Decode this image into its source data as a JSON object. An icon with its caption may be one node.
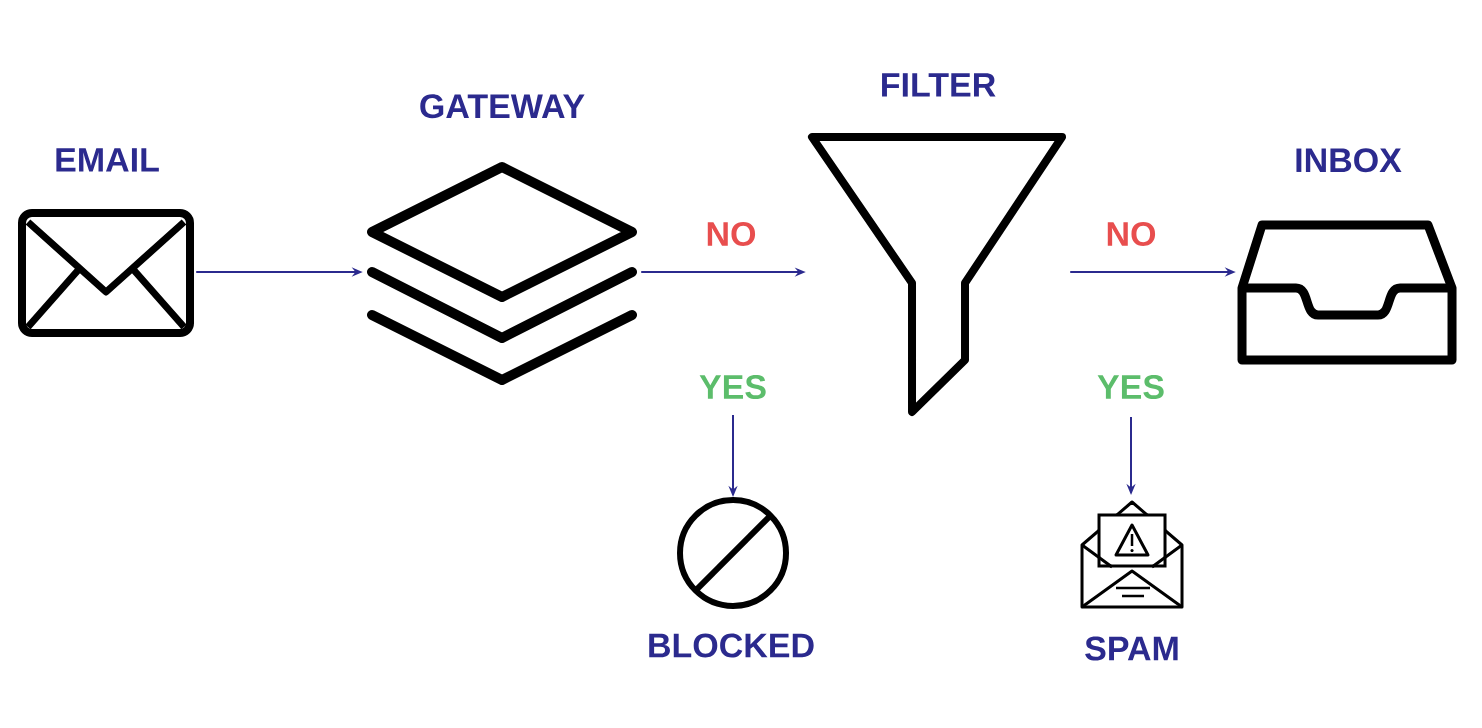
{
  "diagram": {
    "nodes": [
      {
        "text": [
          "EMAIL"
        ]
      },
      {
        "text": [
          "GATEWAY"
        ]
      },
      {
        "text": [
          "FILTER"
        ]
      },
      {
        "text": [
          "INBOX"
        ]
      },
      {
        "text": [
          "BLOCKED"
        ]
      },
      {
        "text": [
          "SPAM"
        ]
      }
    ],
    "edges": [
      {
        "from": 0,
        "to": 1,
        "arrow": "to"
      },
      {
        "from": 1,
        "to": 2,
        "arrow": "to",
        "label": "NO"
      },
      {
        "from": null,
        "to": 4,
        "arrow": "to",
        "label": "YES"
      },
      {
        "from": 2,
        "to": 3,
        "arrow": "to",
        "label": "NO"
      },
      {
        "from": null,
        "to": 5,
        "arrow": "to",
        "label": "YES"
      }
    ]
  }
}
